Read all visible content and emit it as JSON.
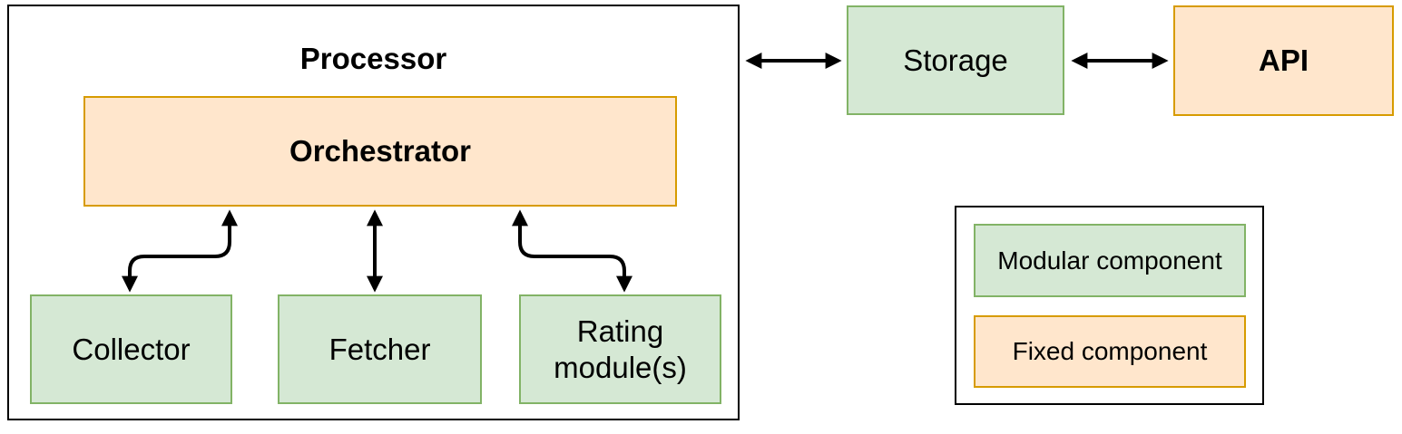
{
  "colors": {
    "background": "#ffffff",
    "modular_fill": "#d5e8d4",
    "modular_stroke": "#82b366",
    "fixed_fill": "#ffe6cc",
    "fixed_stroke": "#d79b00",
    "outline": "#000000",
    "arrow": "#000000",
    "text": "#000000"
  },
  "nodes": {
    "processor": {
      "label": "Processor",
      "type": "container"
    },
    "orchestrator": {
      "label": "Orchestrator",
      "type": "fixed"
    },
    "collector": {
      "label": "Collector",
      "type": "modular"
    },
    "fetcher": {
      "label": "Fetcher",
      "type": "modular"
    },
    "rating_module": {
      "label": "Rating module(s)",
      "type": "modular"
    },
    "storage": {
      "label": "Storage",
      "type": "modular"
    },
    "api": {
      "label": "API",
      "type": "fixed"
    }
  },
  "connections": [
    {
      "from": "orchestrator",
      "to": "collector",
      "style": "bidirectional"
    },
    {
      "from": "orchestrator",
      "to": "fetcher",
      "style": "bidirectional"
    },
    {
      "from": "orchestrator",
      "to": "rating_module",
      "style": "bidirectional"
    },
    {
      "from": "processor",
      "to": "storage",
      "style": "bidirectional"
    },
    {
      "from": "storage",
      "to": "api",
      "style": "bidirectional"
    }
  ],
  "legend": {
    "items": [
      {
        "label": "Modular component",
        "type": "modular"
      },
      {
        "label": "Fixed component",
        "type": "fixed"
      }
    ]
  }
}
